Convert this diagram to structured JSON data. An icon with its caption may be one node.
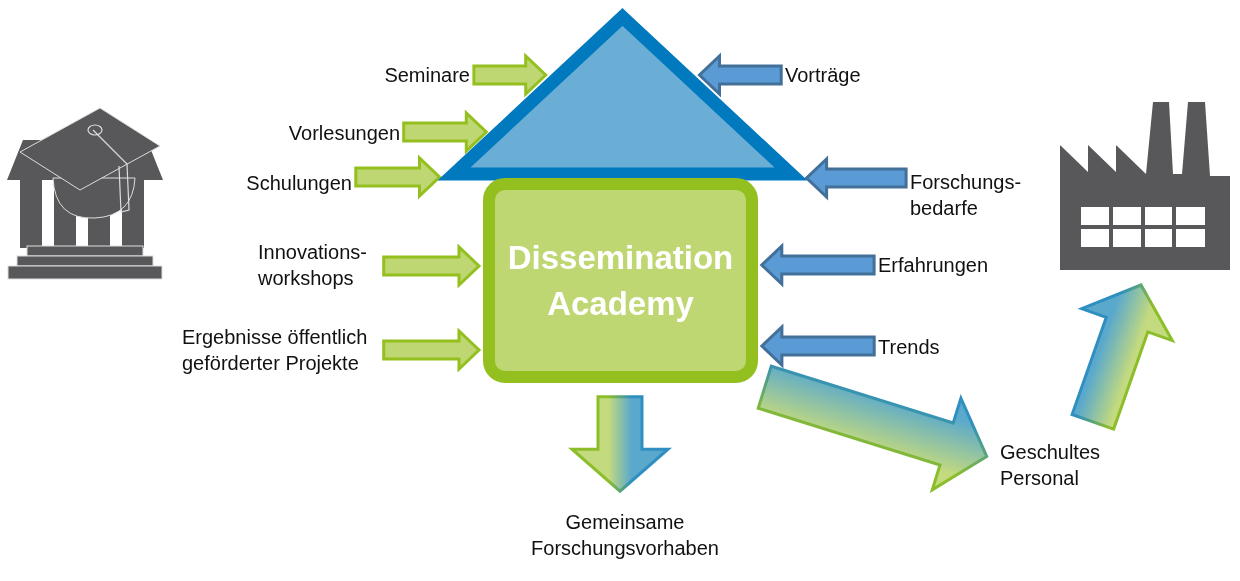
{
  "diagram": {
    "nodes": [
      {
        "text": [],
        "shape": "picture"
      },
      {
        "text": [
          "Seminare"
        ]
      },
      {
        "text": [
          "Vorlesungen"
        ]
      },
      {
        "text": [
          "Schulungen"
        ]
      },
      {
        "text": [
          "Innovations- workshops"
        ]
      },
      {
        "text": [
          "Ergebnisse öffentlich geförderter Projekte"
        ]
      },
      {
        "text": [],
        "shape": "triangle"
      },
      {
        "text": [
          "Dissemination Academy"
        ]
      },
      {
        "text": [
          "Vorträge"
        ]
      },
      {
        "text": [
          "Forschungs- bedarfe"
        ]
      },
      {
        "text": [
          "Erfahrungen"
        ]
      },
      {
        "text": [
          "Trends"
        ]
      },
      {
        "text": [],
        "shape": "picture"
      },
      {
        "text": [
          "Gemeinsame Forschungsvorhaben"
        ]
      },
      {
        "text": [
          "Geschultes Personal"
        ]
      }
    ],
    "edges": [
      {
        "from": 1,
        "to": 6,
        "arrow": "to"
      },
      {
        "from": 2,
        "to": 6,
        "arrow": "to"
      },
      {
        "from": 3,
        "to": 6,
        "arrow": "to"
      },
      {
        "from": 4,
        "to": 7,
        "arrow": "to"
      },
      {
        "from": 5,
        "to": 7,
        "arrow": "to"
      },
      {
        "from": 8,
        "to": 6,
        "arrow": "to",
        "color": "#5b9bd5"
      },
      {
        "from": 9,
        "to": 6,
        "arrow": "to",
        "color": "#5b9bd5"
      },
      {
        "from": 10,
        "to": 7,
        "arrow": "to",
        "color": "#5b9bd5"
      },
      {
        "from": 11,
        "to": 7,
        "arrow": "to",
        "color": "#5b9bd5"
      },
      {
        "from": 7,
        "to": 13,
        "arrow": "to",
        "style": "thick"
      },
      {
        "from": 7,
        "to": 14,
        "arrow": "to",
        "style": "thick"
      },
      {
        "from": 14,
        "to": 12,
        "arrow": "to",
        "style": "thick"
      }
    ]
  }
}
